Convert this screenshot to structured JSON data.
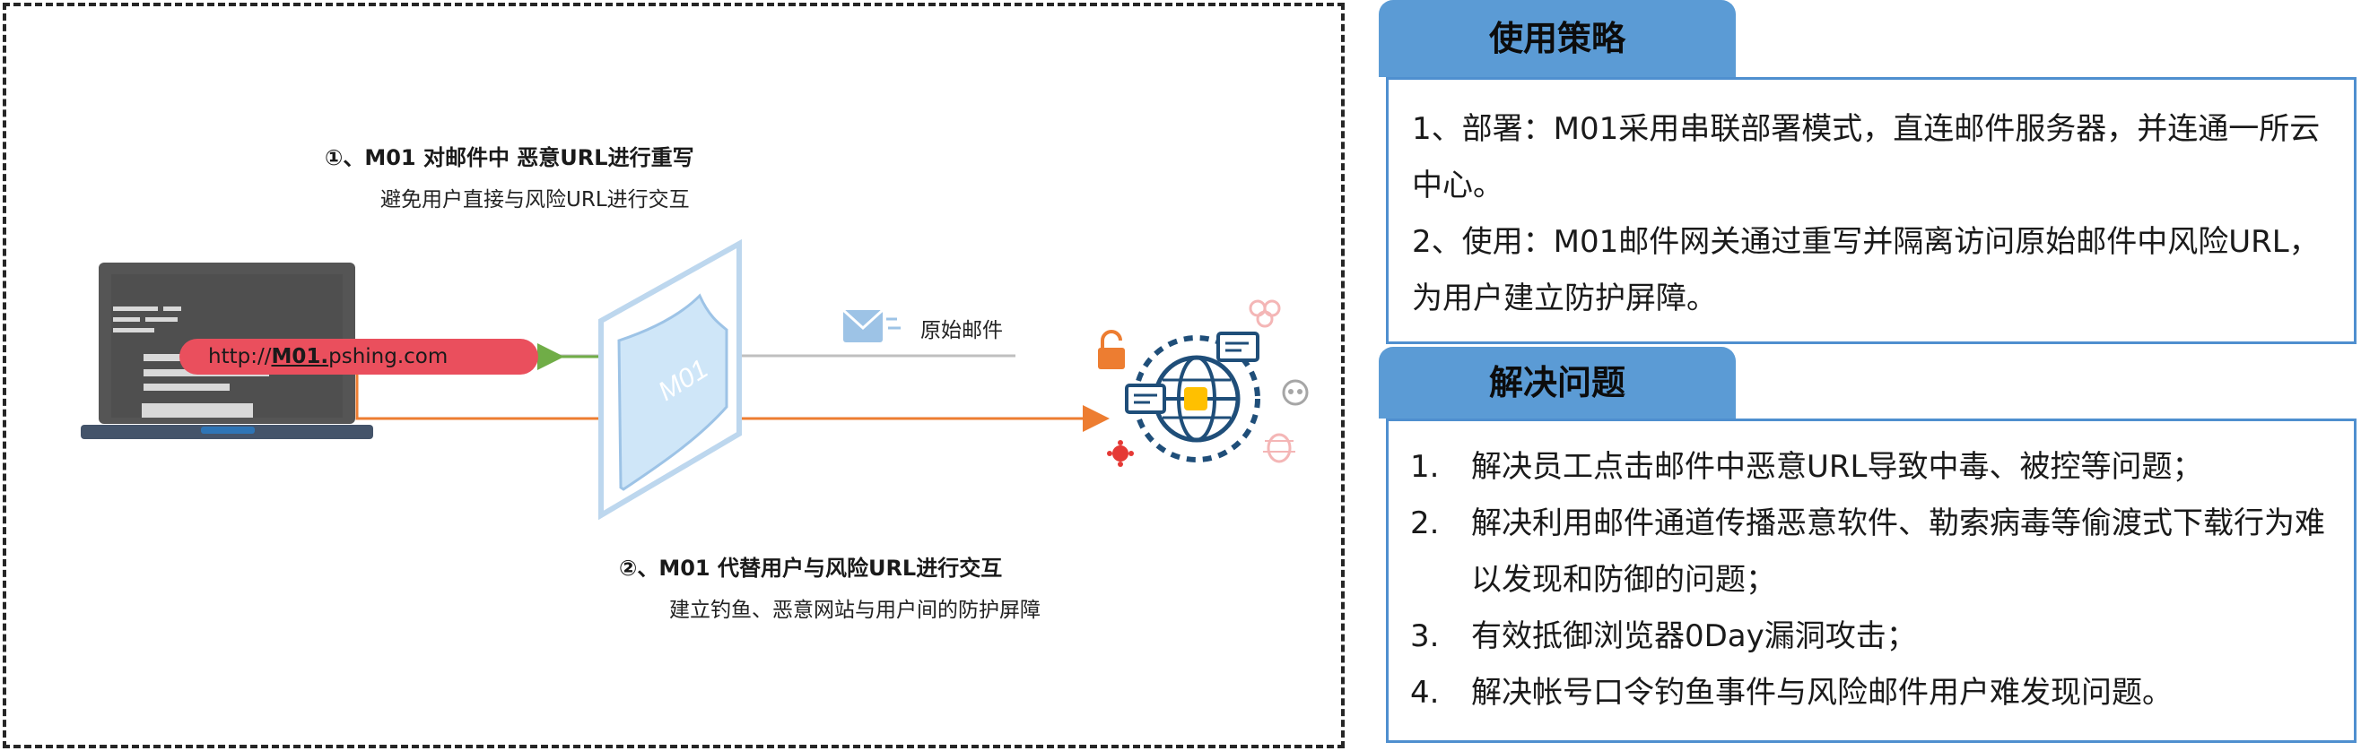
{
  "diagram": {
    "step1": {
      "title": "①、M01 对邮件中 恶意URL进行重写",
      "subtitle": "避免用户直接与风险URL进行交互"
    },
    "step2": {
      "title": "②、M01 代替用户与风险URL进行交互",
      "subtitle": "建立钓鱼、恶意网站与用户间的防护屏障"
    },
    "url": {
      "prefix": "http://",
      "host": "M01.",
      "suffix": "pshing.com"
    },
    "original_mail_label": "原始邮件",
    "shield_label": "M01",
    "icons": [
      "laptop-icon",
      "shield-icon",
      "mail-icon",
      "globe-icon",
      "padlock-icon",
      "biohazard-icon",
      "skull-icon",
      "bug-icon",
      "virus-icon"
    ],
    "colors": {
      "url_pill": "#ea4f5d",
      "rewrite_arrow": "#70ad47",
      "proxy_arrow": "#ed7d31",
      "mail_line": "#bfbfbf",
      "shield": "#cfe6f8",
      "globe": "#1f4e79"
    }
  },
  "panels": {
    "strategy": {
      "title": "使用策略",
      "items": [
        "1、部署：M01采用串联部署模式，直连邮件服务器，并连通一所云中心。",
        "2、使用：M01邮件网关通过重写并隔离访问原始邮件中风险URL，为用户建立防护屏障。"
      ]
    },
    "problems": {
      "title": "解决问题",
      "items": [
        {
          "num": "1.",
          "text": "解决员工点击邮件中恶意URL导致中毒、被控等问题；"
        },
        {
          "num": "2.",
          "text": "解决利用邮件通道传播恶意软件、勒索病毒等偷渡式下载行为难以发现和防御的问题；"
        },
        {
          "num": "3.",
          "text": "有效抵御浏览器0Day漏洞攻击；"
        },
        {
          "num": "4.",
          "text": "解决帐号口令钓鱼事件与风险邮件用户难发现问题。"
        }
      ]
    }
  }
}
